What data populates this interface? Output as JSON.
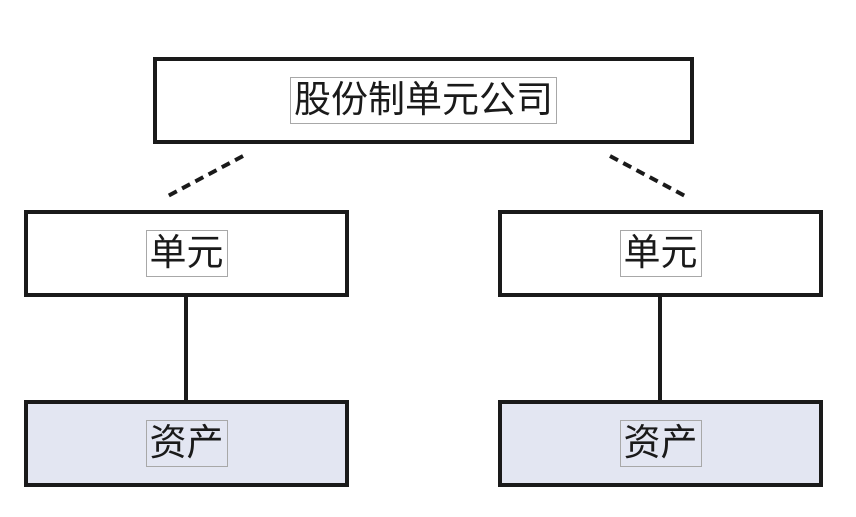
{
  "top": {
    "label": "股份制单元公司"
  },
  "units": [
    {
      "label": "单元"
    },
    {
      "label": "单元"
    }
  ],
  "assets": [
    {
      "label": "资产"
    },
    {
      "label": "资产"
    }
  ],
  "colors": {
    "stroke": "#1a1a1a",
    "asset_fill": "#e3e6f2",
    "box_fill": "#ffffff",
    "label_outline": "#a8a8a8"
  }
}
